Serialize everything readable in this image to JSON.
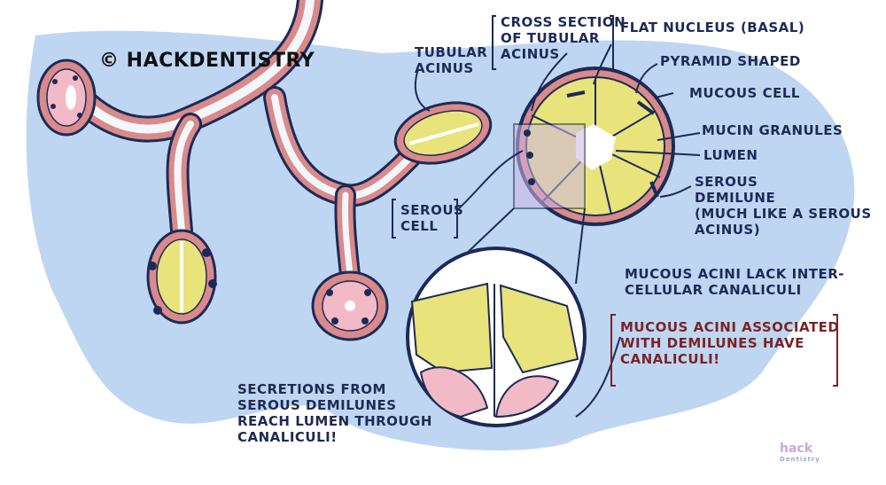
{
  "watermark": "© HACKDENTISTRY",
  "labels": {
    "tubular_acinus": "TUBULAR\nACINUS",
    "cross_section": "CROSS SECTION\nOF TUBULAR\nACINUS",
    "flat_nucleus": "FLAT NUCLEUS (BASAL)",
    "pyramid": "PYRAMID SHAPED",
    "mucous_cell": "MUCOUS CELL",
    "mucin": "MUCIN GRANULES",
    "lumen": "LUMEN",
    "serous_demilune": "SEROUS\nDEMILUNE\n(MUCH LIKE A SEROUS\nACINUS)",
    "serous_cell": "SEROUS\nCELL",
    "mucous_lack": "MUCOUS ACINI LACK INTER-\nCELLULAR CANALICULI",
    "mucous_assoc": "MUCOUS ACINI ASSOCIATED\nWITH DEMILUNES HAVE\nCANALICULI!",
    "secretions": "SECRETIONS FROM\nSEROUS DEMILUNES\nREACH LUMEN THROUGH\nCANALICULI!"
  },
  "logo": {
    "main": "hack",
    "sub": "Dentistry"
  },
  "colors": {
    "background_blob": "#bfd6f2",
    "ink": "#1d2a57",
    "duct_wall": "#d98a8a",
    "mucous_fill": "#e8e37a",
    "serous_fill": "#f2b9c6",
    "nucleus": "#1d2a57",
    "highlight_box": "#cdb6e6",
    "red_note": "#7a2424"
  }
}
